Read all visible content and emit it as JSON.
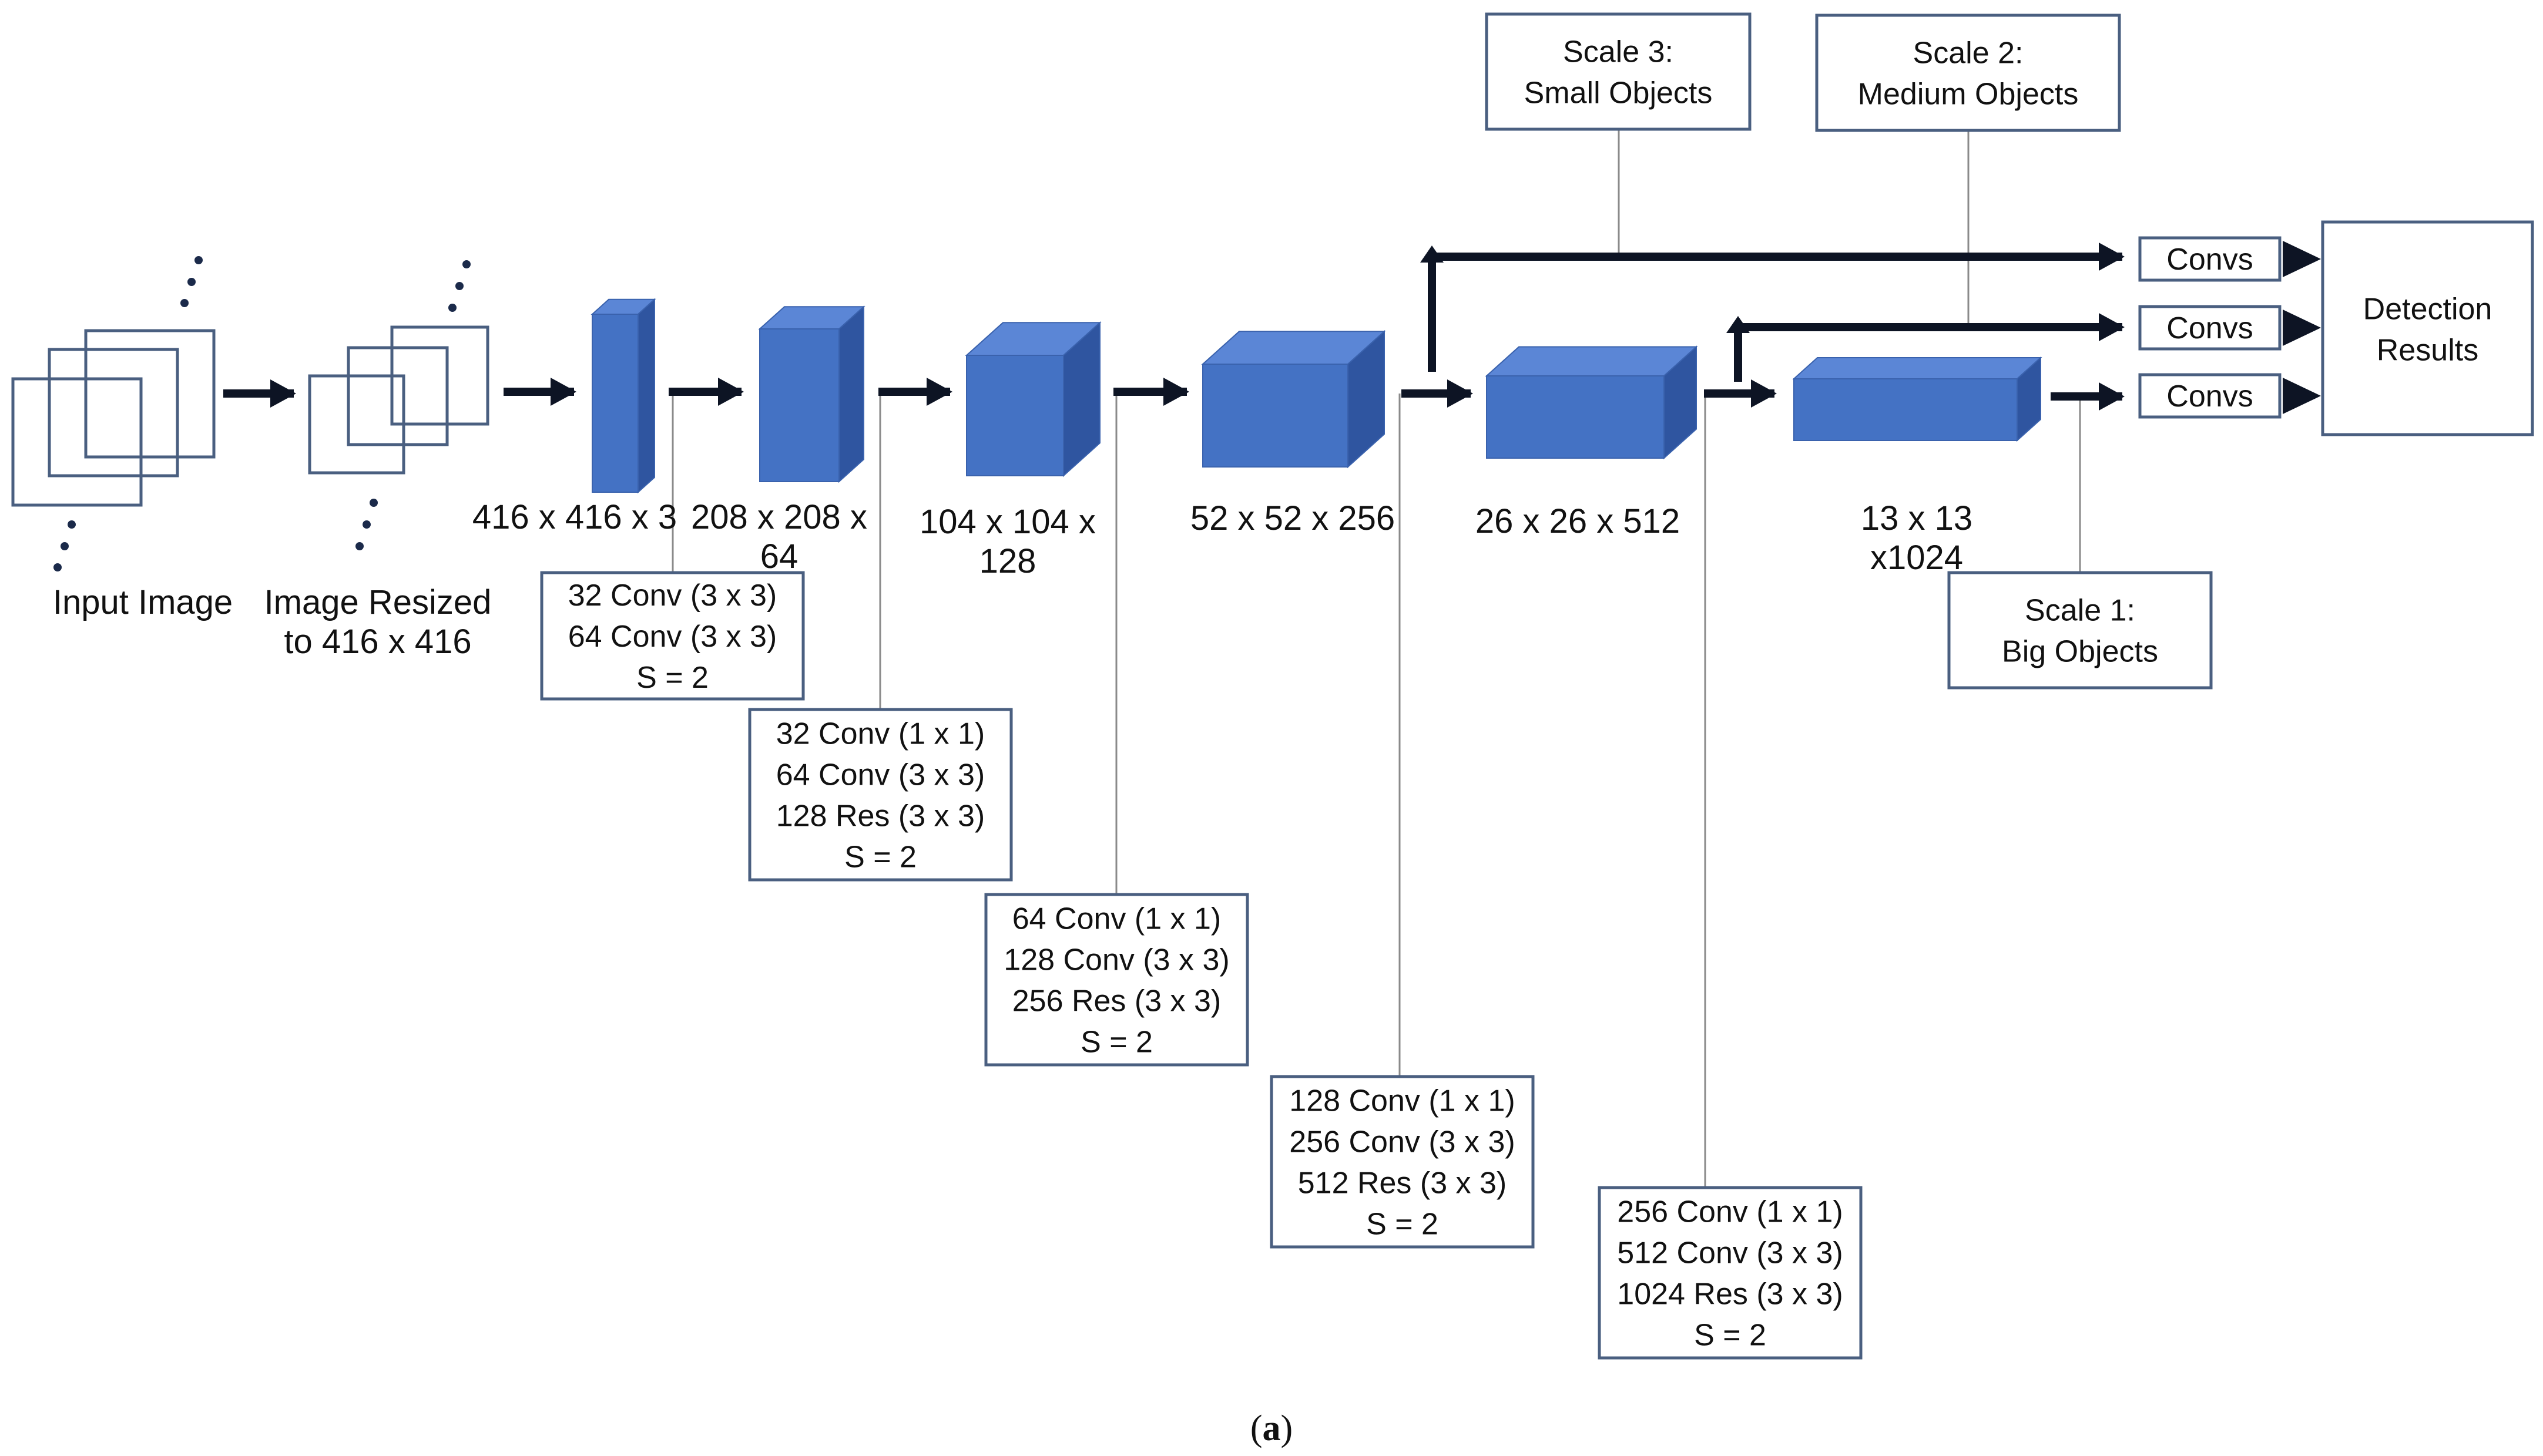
{
  "colors": {
    "block_front": "#4472c4",
    "block_top": "#5b86d6",
    "block_side": "#2f55a0",
    "block_edge": "#3a62ad",
    "box_border": "#4a5f80",
    "arrow": "#0d1424",
    "line": "#8a8a8a"
  },
  "inputs": {
    "input_label": "Input Image",
    "resized_label": [
      "Image Resized",
      "to 416 x 416"
    ]
  },
  "blocks": [
    {
      "id": "b1",
      "dims": [
        "416 x 416 x 3"
      ]
    },
    {
      "id": "b2",
      "dims": [
        "208 x 208 x",
        "64"
      ]
    },
    {
      "id": "b3",
      "dims": [
        "104 x 104 x",
        "128"
      ]
    },
    {
      "id": "b4",
      "dims": [
        "52 x 52 x 256"
      ]
    },
    {
      "id": "b5",
      "dims": [
        "26 x 26 x 512"
      ]
    },
    {
      "id": "b6",
      "dims": [
        "13 x 13",
        "x1024"
      ]
    }
  ],
  "conv_boxes": [
    {
      "id": "c1",
      "lines": [
        "32 Conv (3 x 3)",
        "64 Conv (3 x 3)",
        "S = 2"
      ]
    },
    {
      "id": "c2",
      "lines": [
        "32 Conv (1 x 1)",
        "64 Conv (3 x 3)",
        "128 Res (3 x 3)",
        "S = 2"
      ]
    },
    {
      "id": "c3",
      "lines": [
        "64 Conv (1 x 1)",
        "128 Conv (3 x 3)",
        "256 Res (3 x 3)",
        "S = 2"
      ]
    },
    {
      "id": "c4",
      "lines": [
        "128 Conv (1 x 1)",
        "256 Conv (3 x 3)",
        "512 Res (3 x 3)",
        "S = 2"
      ]
    },
    {
      "id": "c5",
      "lines": [
        "256 Conv (1 x 1)",
        "512 Conv (3 x 3)",
        "1024 Res (3 x 3)",
        "S = 2"
      ]
    }
  ],
  "scales": [
    {
      "id": "s3",
      "lines": [
        "Scale 3:",
        "Small Objects"
      ]
    },
    {
      "id": "s2",
      "lines": [
        "Scale 2:",
        "Medium Objects"
      ]
    },
    {
      "id": "s1",
      "lines": [
        "Scale 1:",
        "Big Objects"
      ]
    }
  ],
  "convs": [
    {
      "id": "cv1",
      "label": "Convs"
    },
    {
      "id": "cv2",
      "label": "Convs"
    },
    {
      "id": "cv3",
      "label": "Convs"
    }
  ],
  "detection": {
    "lines": [
      "Detection",
      "Results"
    ]
  },
  "caption": {
    "open": "(",
    "letter": "a",
    "close": ")"
  }
}
